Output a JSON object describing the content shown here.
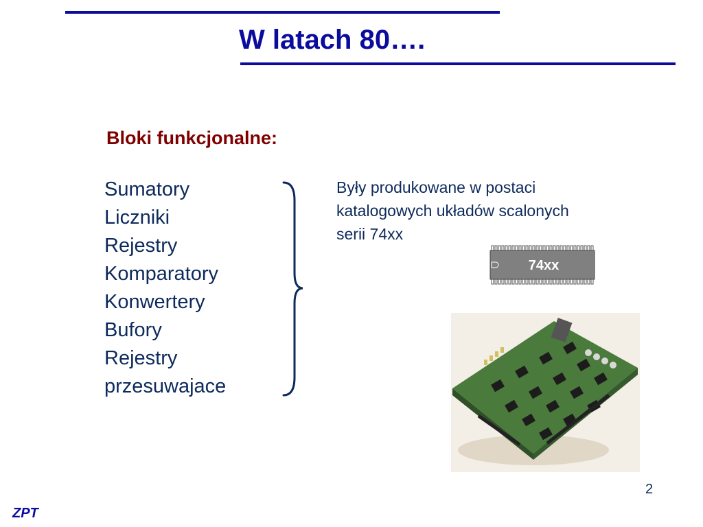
{
  "slide": {
    "title": "W latach 80….",
    "subtitle": "Bloki funkcjonalne:",
    "blocks": [
      "Sumatory",
      "Liczniki",
      "Rejestry",
      "Komparatory",
      "Konwertery",
      "Bufory",
      "Rejestry",
      "przesuwajace"
    ],
    "description": [
      "Były produkowane w postaci",
      "katalogowych układów scalonych",
      "serii 74xx"
    ],
    "chip_label": "74xx",
    "page_number": "2",
    "footer_logo": "ZPT"
  },
  "colors": {
    "accent": "#0b0b9e",
    "subtitle": "#800000",
    "text": "#0d2a5c",
    "chip_body": "#808080",
    "board_green": "#3f6b34"
  }
}
